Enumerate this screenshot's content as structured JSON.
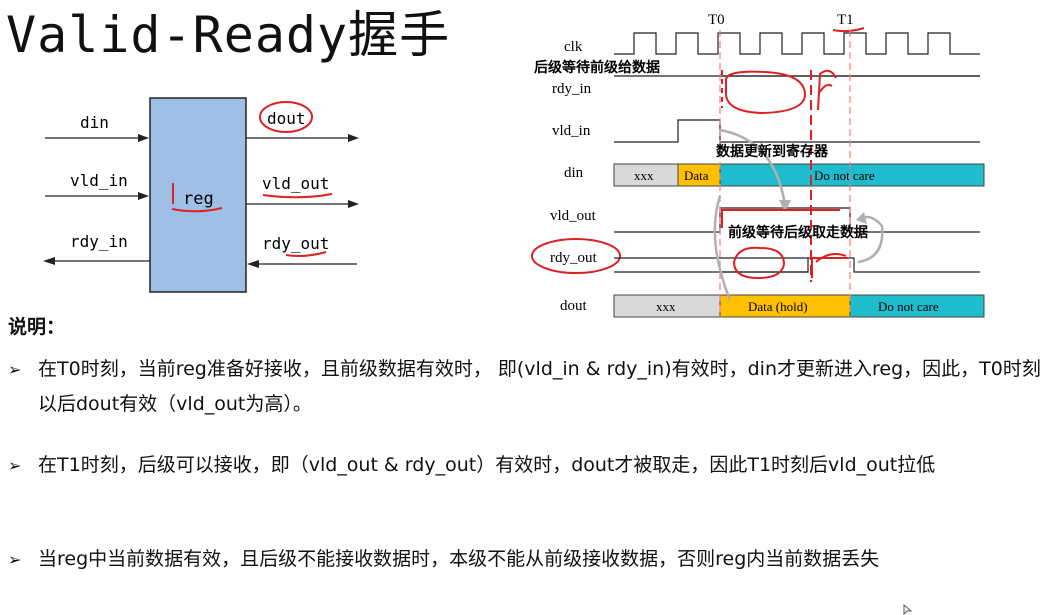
{
  "title": "Valid-Ready握手",
  "block": {
    "reg_label": "reg",
    "ports": {
      "din": "din",
      "vld_in": "vld_in",
      "rdy_in": "rdy_in",
      "dout": "dout",
      "vld_out": "vld_out",
      "rdy_out": "rdy_out"
    }
  },
  "timing": {
    "markers": [
      "T0",
      "T1"
    ],
    "signals": [
      "clk",
      "rdy_in",
      "vld_in",
      "din",
      "vld_out",
      "rdy_out",
      "dout"
    ],
    "din_segments": [
      "xxx",
      "Data",
      "Do not care"
    ],
    "dout_segments": [
      "xxx",
      "Data (hold)",
      "Do not care"
    ],
    "annotations": {
      "wait_upstream": "后级等待前级给数据",
      "update_reg": "数据更新到寄存器",
      "wait_downstream": "前级等待后级取走数据"
    },
    "colors": {
      "xxx": "#d9d9d9",
      "data": "#ffc000",
      "dont_care": "#1fbccd",
      "annotation": "#e02020"
    }
  },
  "notes": {
    "heading": "说明：",
    "items": [
      "在T0时刻，当前reg准备好接收，且前级数据有效时， 即(vld_in & rdy_in)有效时，din才更新进入reg，因此，T0时刻以后dout有效（vld_out为高）。",
      "在T1时刻，后级可以接收，即（vld_out & rdy_out）有效时，dout才被取走，因此T1时刻后vld_out拉低",
      "当reg中当前数据有效，且后级不能接收数据时，本级不能从前级接收数据，否则reg内当前数据丢失"
    ]
  }
}
